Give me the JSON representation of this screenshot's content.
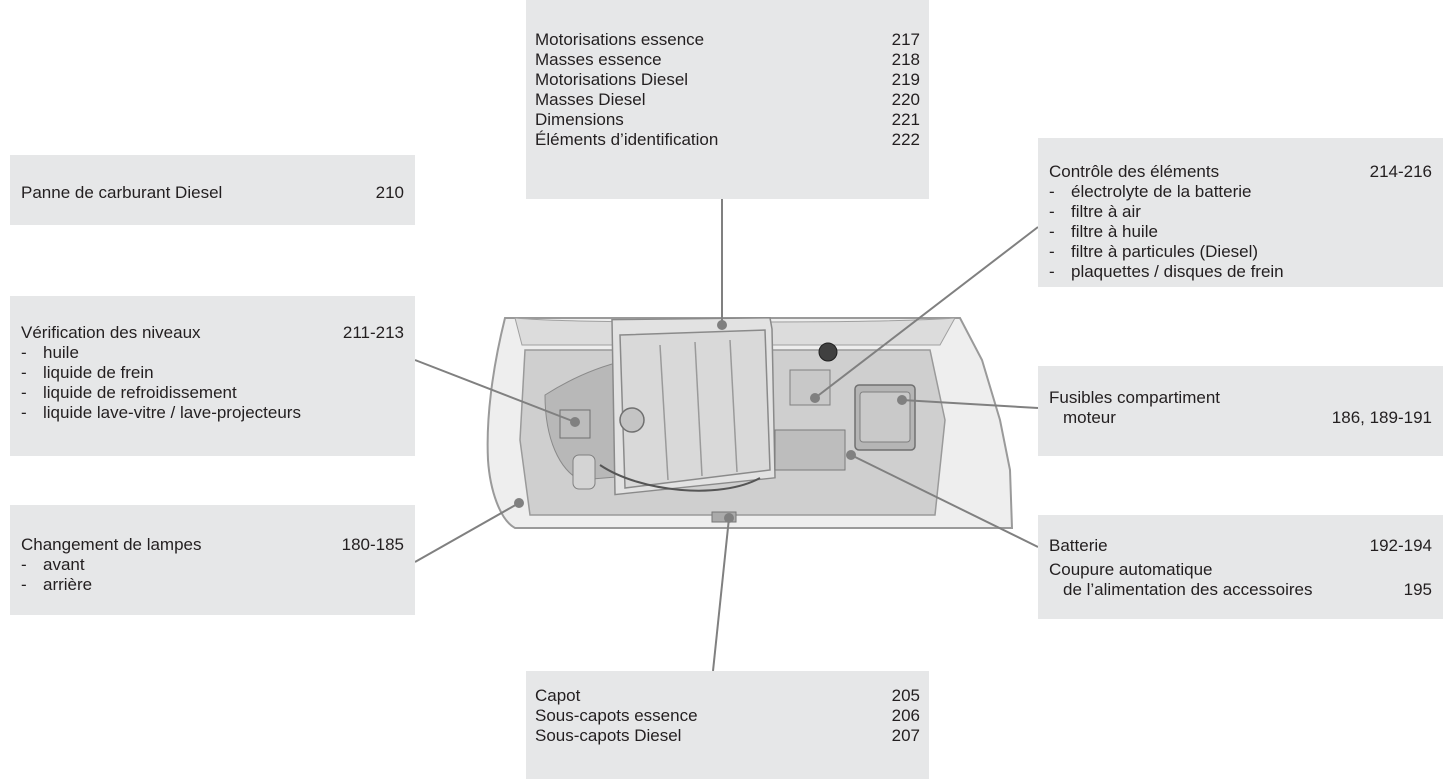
{
  "boxes": {
    "top": {
      "rows": [
        {
          "label": "Motorisations essence",
          "page": "217"
        },
        {
          "label": "Masses essence",
          "page": "218"
        },
        {
          "label": "Motorisations Diesel",
          "page": "219"
        },
        {
          "label": "Masses Diesel",
          "page": "220"
        },
        {
          "label": "Dimensions",
          "page": "221"
        },
        {
          "label": "Éléments d’identification",
          "page": "222"
        }
      ]
    },
    "panne": {
      "label": "Panne de carburant Diesel",
      "page": "210"
    },
    "verif": {
      "label": "Vérification des niveaux",
      "page": "211-213",
      "items": [
        "huile",
        "liquide de frein",
        "liquide de refroidissement",
        "liquide lave-vitre / lave-projecteurs"
      ]
    },
    "lampes": {
      "label": "Changement de lampes",
      "page": "180-185",
      "items": [
        "avant",
        "arrière"
      ]
    },
    "capot": {
      "rows": [
        {
          "label": "Capot",
          "page": "205"
        },
        {
          "label": "Sous-capots essence",
          "page": "206"
        },
        {
          "label": "Sous-capots Diesel",
          "page": "207"
        }
      ]
    },
    "controle": {
      "label": "Contrôle des éléments",
      "page": "214-216",
      "items": [
        "électrolyte de la batterie",
        "filtre à air",
        "filtre à huile",
        "filtre à particules (Diesel)",
        "plaquettes / disques de frein"
      ]
    },
    "fusibles": {
      "label1": "Fusibles compartiment",
      "label2": "moteur",
      "page": "186, 189-191"
    },
    "batterie": {
      "label": "Batterie",
      "page": "192-194",
      "label2": "Coupure automatique",
      "label3": "de l’alimentation des accessoires",
      "page3": "195"
    }
  },
  "dash": "-",
  "colors": {
    "box_bg": "#e6e7e8",
    "text": "#231f20",
    "leader": "#808080"
  }
}
